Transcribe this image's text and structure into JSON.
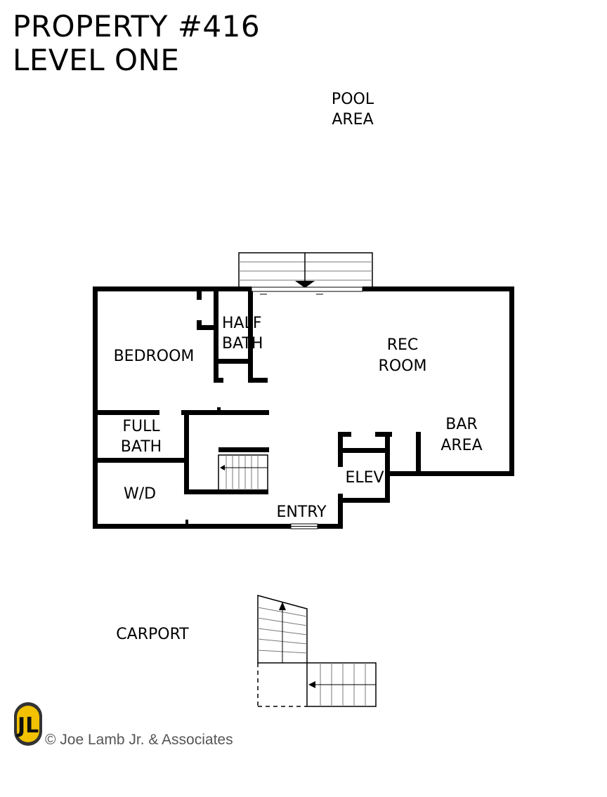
{
  "title": {
    "line1": "PROPERTY #416",
    "line2": "LEVEL ONE"
  },
  "labels": {
    "pool_line1": "POOL",
    "pool_line2": "AREA",
    "half_bath_line1": "HALF",
    "half_bath_line2": "BATH",
    "bedroom": "BEDROOM",
    "rec_line1": "REC",
    "rec_line2": "ROOM",
    "full_bath_line1": "FULL",
    "full_bath_line2": "BATH",
    "bar_line1": "BAR",
    "bar_line2": "AREA",
    "elev": "ELEV",
    "wd": "W/D",
    "entry": "ENTRY",
    "carport": "CARPORT"
  },
  "footer": {
    "copyright": "© Joe Lamb Jr. & Associates",
    "logo_letters": "JL"
  },
  "colors": {
    "wall": "#000000",
    "logo_gold": "#f2c200",
    "logo_dark": "#333333",
    "credit_gray": "#555555"
  }
}
